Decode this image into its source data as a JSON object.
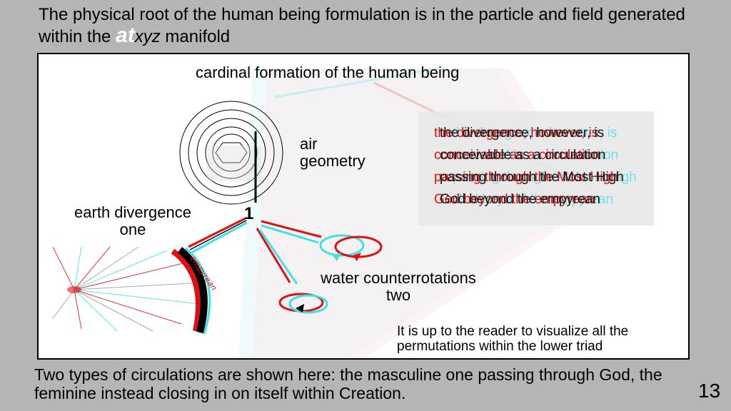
{
  "title": {
    "part1": "The physical root of the human being formulation is in the particle and field generated within the ",
    "at": "at",
    "xyz": "xyz",
    "part2": " manifold"
  },
  "diagram": {
    "subtitle": "cardinal formation of the human being",
    "air_label_1": "air",
    "air_label_2": "geometry",
    "earth_label_1": "earth divergence",
    "earth_label_2": "one",
    "center_number": "1",
    "water_label_1": "water counterrotations",
    "water_label_2": "two",
    "quote_lines": [
      "the divergence, however, is",
      "conceivable as a circulation",
      "passing through the Most High",
      "God beyond the empyrean"
    ],
    "empyrean_label": "empyrean",
    "reader_note_1": "It is up to the reader to visualize all the",
    "reader_note_2": "permutations within the lower triad"
  },
  "caption": "Two types of circulations are shown here: the masculine one passing through God, the feminine instead closing in on itself within Creation.",
  "page_number": "13",
  "colors": {
    "background": "#b5b5b5",
    "red": "#e01010",
    "cyan": "#40e0e8"
  }
}
